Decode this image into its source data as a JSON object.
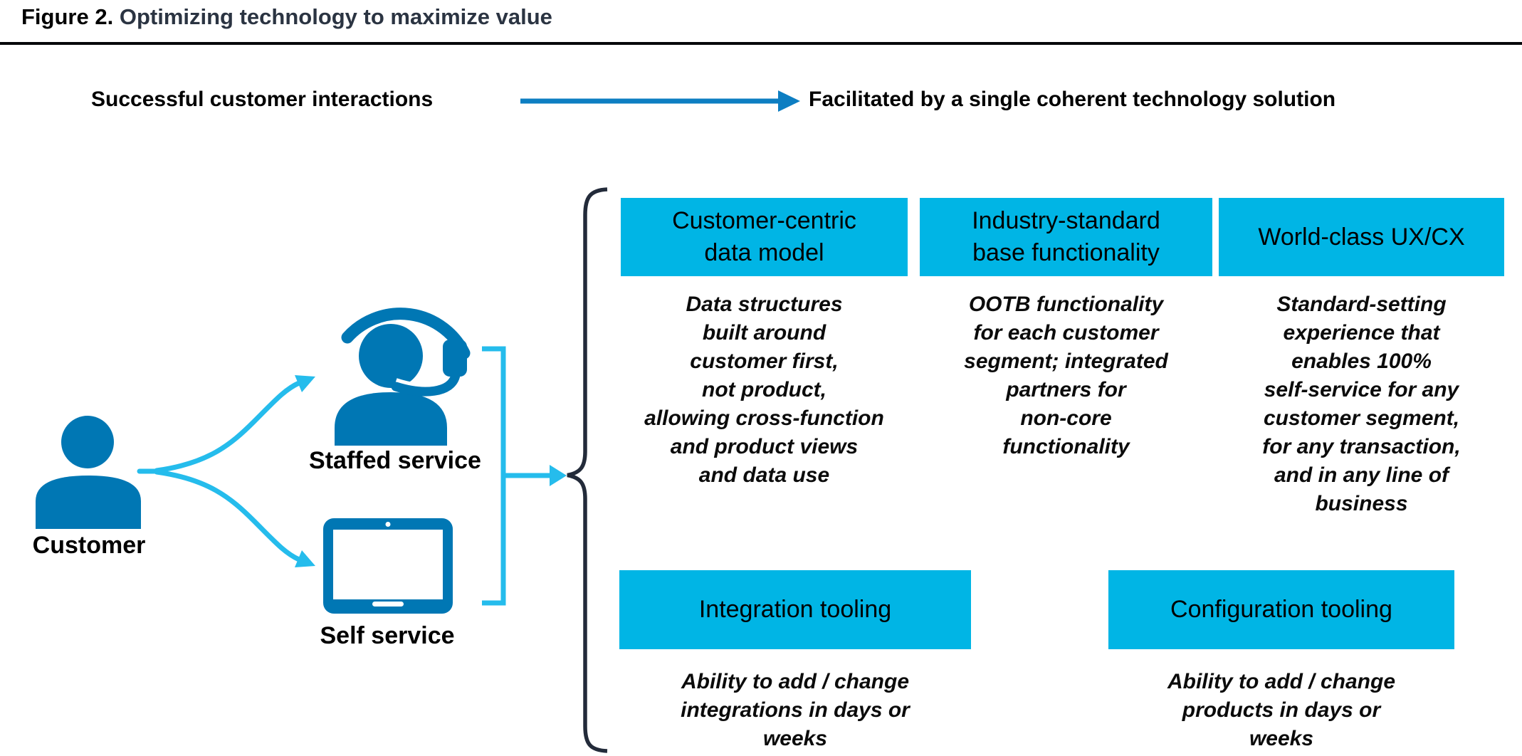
{
  "figure": {
    "label": "Figure 2.",
    "title": "Optimizing technology to maximize value"
  },
  "flow": {
    "source_label": "Successful customer interactions",
    "target_label": "Facilitated by a single coherent technology solution"
  },
  "channels": {
    "customer_label": "Customer",
    "staffed_label": "Staffed service",
    "self_label": "Self service"
  },
  "pillars": {
    "top": [
      {
        "title": "Customer-centric\ndata model",
        "description": "Data structures\nbuilt around\ncustomer first,\nnot product,\nallowing cross-function\nand product views\nand data use"
      },
      {
        "title": "Industry-standard\nbase functionality",
        "description": "OOTB functionality\nfor each customer\nsegment; integrated\npartners for\nnon-core\nfunctionality"
      },
      {
        "title": "World-class UX/CX",
        "description": "Standard-setting\nexperience that\nenables 100%\nself-service for any\ncustomer segment,\nfor any transaction,\nand in any line of\nbusiness"
      }
    ],
    "bottom": [
      {
        "title": "Integration tooling",
        "description": "Ability to add / change\nintegrations in days or\nweeks"
      },
      {
        "title": "Configuration tooling",
        "description": "Ability to add / change\nproducts in days or\nweeks"
      }
    ]
  },
  "colors": {
    "pillar_cyan": "#00B5E5",
    "icon_blue": "#0077B4",
    "arrow_cyan": "#25BCEC",
    "flow_arrow_blue": "#0D7EC2",
    "title_accent_navy": "#2B3442",
    "brace_navy": "#232B3A"
  }
}
